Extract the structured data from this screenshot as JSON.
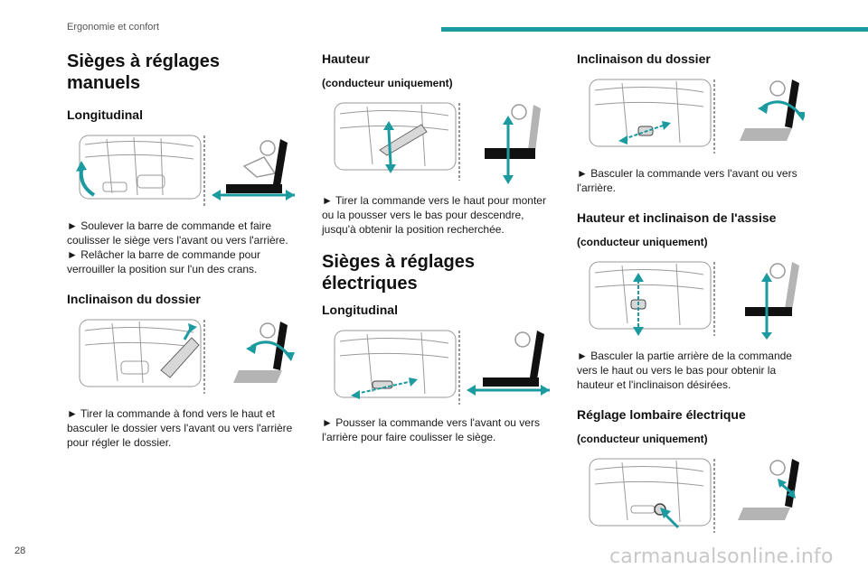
{
  "header": {
    "section": "Ergonomie et confort"
  },
  "footer": {
    "page_number": "28",
    "watermark": "carmanualsonline.info"
  },
  "col1": {
    "title": "Sièges à réglages manuels",
    "s1": {
      "heading": "Longitudinal",
      "text1": "► Soulever la barre de commande et faire coulisser le siège vers l'avant ou vers l'arrière.",
      "text2": "► Relâcher la barre de commande pour verrouiller la position sur l'un des crans."
    },
    "s2": {
      "heading": "Inclinaison du dossier",
      "text": "► Tirer la commande à fond vers le haut et basculer le dossier vers l'avant ou vers l'arrière pour régler le dossier."
    }
  },
  "col2": {
    "s1": {
      "heading": "Hauteur",
      "sub": "(conducteur uniquement)",
      "text": "► Tirer la commande vers le haut pour monter ou la pousser vers le bas pour descendre, jusqu'à obtenir la position recherchée."
    },
    "title": "Sièges à réglages électriques",
    "s2": {
      "heading": "Longitudinal",
      "text": "► Pousser la commande vers l'avant ou vers l'arrière pour faire coulisser le siège."
    }
  },
  "col3": {
    "s1": {
      "heading": "Inclinaison du dossier",
      "text": "► Basculer la commande vers l'avant ou vers l'arrière."
    },
    "s2": {
      "heading": "Hauteur et inclinaison de l'assise",
      "sub": "(conducteur uniquement)",
      "text": "► Basculer la partie arrière de la commande vers le haut ou vers le bas pour obtenir la hauteur et l'inclinaison désirées."
    },
    "s3": {
      "heading": "Réglage lombaire électrique",
      "sub": "(conducteur uniquement)"
    }
  },
  "colors": {
    "accent": "#1b9aa0",
    "arrow": "#1b9aa0",
    "seat_gray": "#b4b4b4",
    "seat_dark": "#111111"
  }
}
